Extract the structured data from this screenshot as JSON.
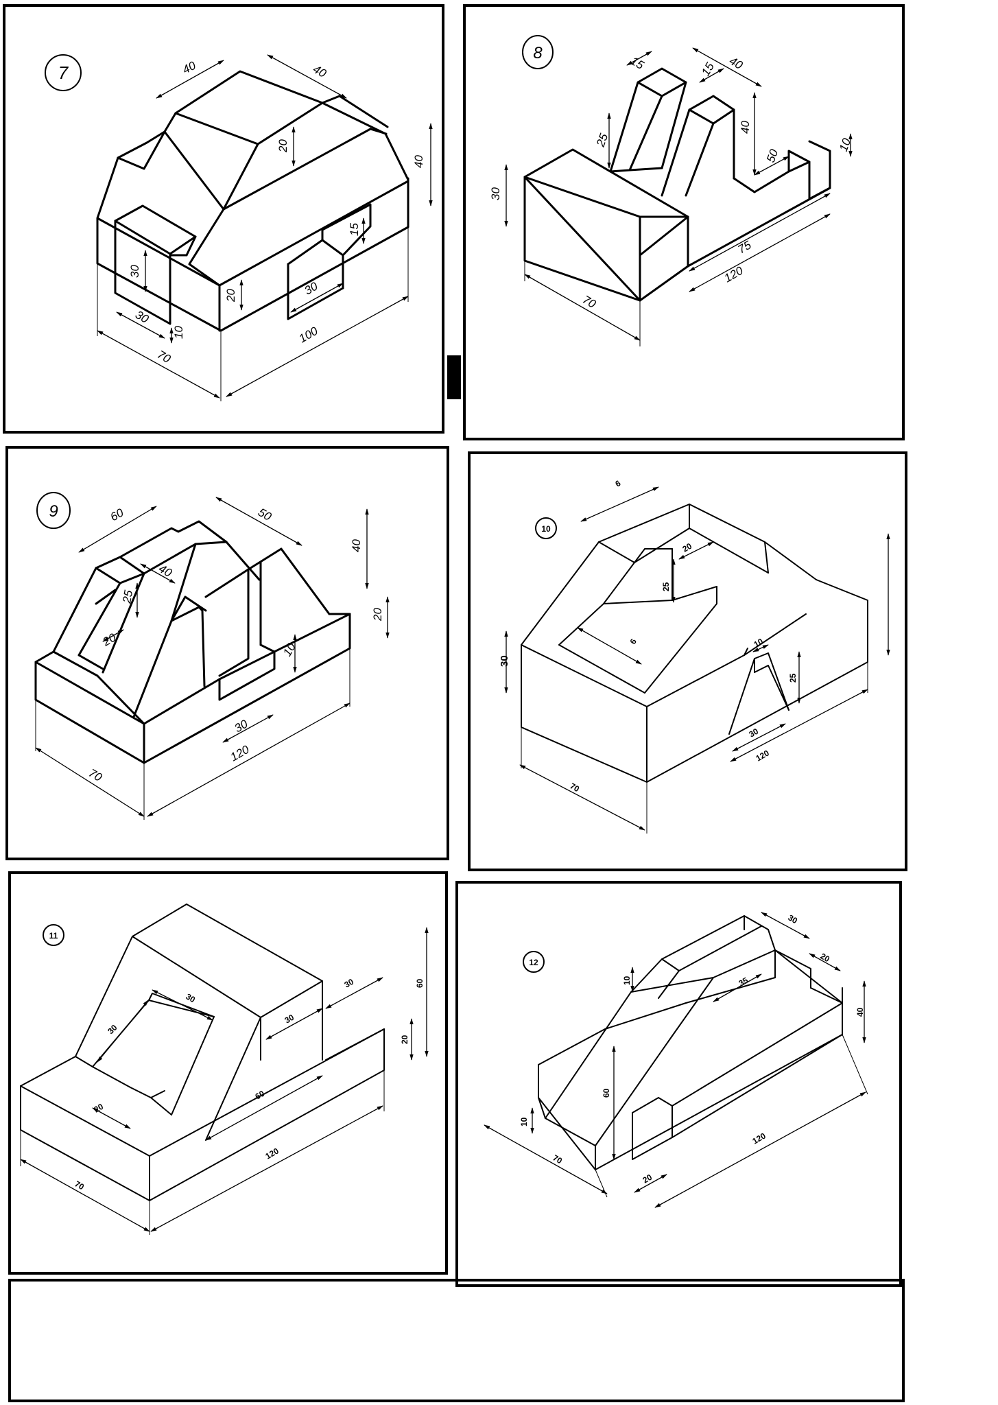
{
  "drawings": [
    {
      "id": "7",
      "number": "7",
      "dimensions": [
        "40",
        "40",
        "20",
        "40",
        "15",
        "30",
        "20",
        "30",
        "30",
        "10",
        "70",
        "100"
      ]
    },
    {
      "id": "8",
      "number": "8",
      "dimensions": [
        "15",
        "15",
        "40",
        "25",
        "40",
        "50",
        "10",
        "30",
        "75",
        "120",
        "70"
      ]
    },
    {
      "id": "9",
      "number": "9",
      "dimensions": [
        "60",
        "50",
        "40",
        "40",
        "25",
        "20",
        "20",
        "10",
        "30",
        "120",
        "70"
      ]
    },
    {
      "id": "10",
      "number": "10",
      "dimensions": [
        "6",
        "20",
        "25",
        "6",
        "30",
        "10",
        "25",
        "30",
        "120",
        "70"
      ]
    },
    {
      "id": "11",
      "number": "11",
      "dimensions": [
        "30",
        "30",
        "30",
        "30",
        "60",
        "20",
        "20",
        "60",
        "120",
        "70"
      ]
    },
    {
      "id": "12",
      "number": "12",
      "dimensions": [
        "30",
        "20",
        "10",
        "35",
        "40",
        "60",
        "10",
        "70",
        "20",
        "120"
      ]
    }
  ]
}
